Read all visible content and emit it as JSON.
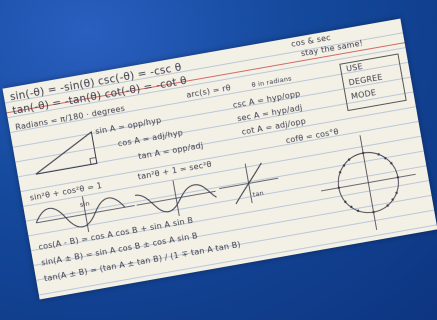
{
  "card": {
    "reflection_rows": [
      "sin(-θ) = -sin(θ)   csc(-θ) = -csc θ",
      "tan(-θ) = -tan(θ)   cot(-θ) = -cot θ"
    ],
    "note_cos_sec": "cos & sec",
    "note_stay_same": "stay the same!",
    "radians_label": "Radians = π/180 · degrees",
    "arc_length": "arc(s) = rθ",
    "arc_note": "θ in radians",
    "use_degree_mode": [
      "USE",
      "DEGREE",
      "MODE"
    ],
    "sin_ratio": "sin A = opp/hyp",
    "cos_ratio": "cos A = adj/hyp",
    "tan_ratio": "tan A = opp/adj",
    "csc_ratio": "csc A = hyp/opp",
    "sec_ratio": "sec A = hyp/adj",
    "cot_ratio": "cot A = adj/opp",
    "cofunction": "cofθ = cos°θ",
    "pythag_1": "sin²θ + cos²θ = 1",
    "pythag_2": "tan²θ + 1 = sec²θ",
    "sin_curve_label": "sin",
    "tan_curve_label": "tan",
    "cos_diff": "cos(A - B) = cos A cos B + sin A sin B",
    "sin_sum": "sin(A ± B) = sin A cos B ± cos A sin B",
    "tan_sum": "tan(A ± B) = (tan A ± tan B) / (1 ∓ tan A tan B)"
  }
}
